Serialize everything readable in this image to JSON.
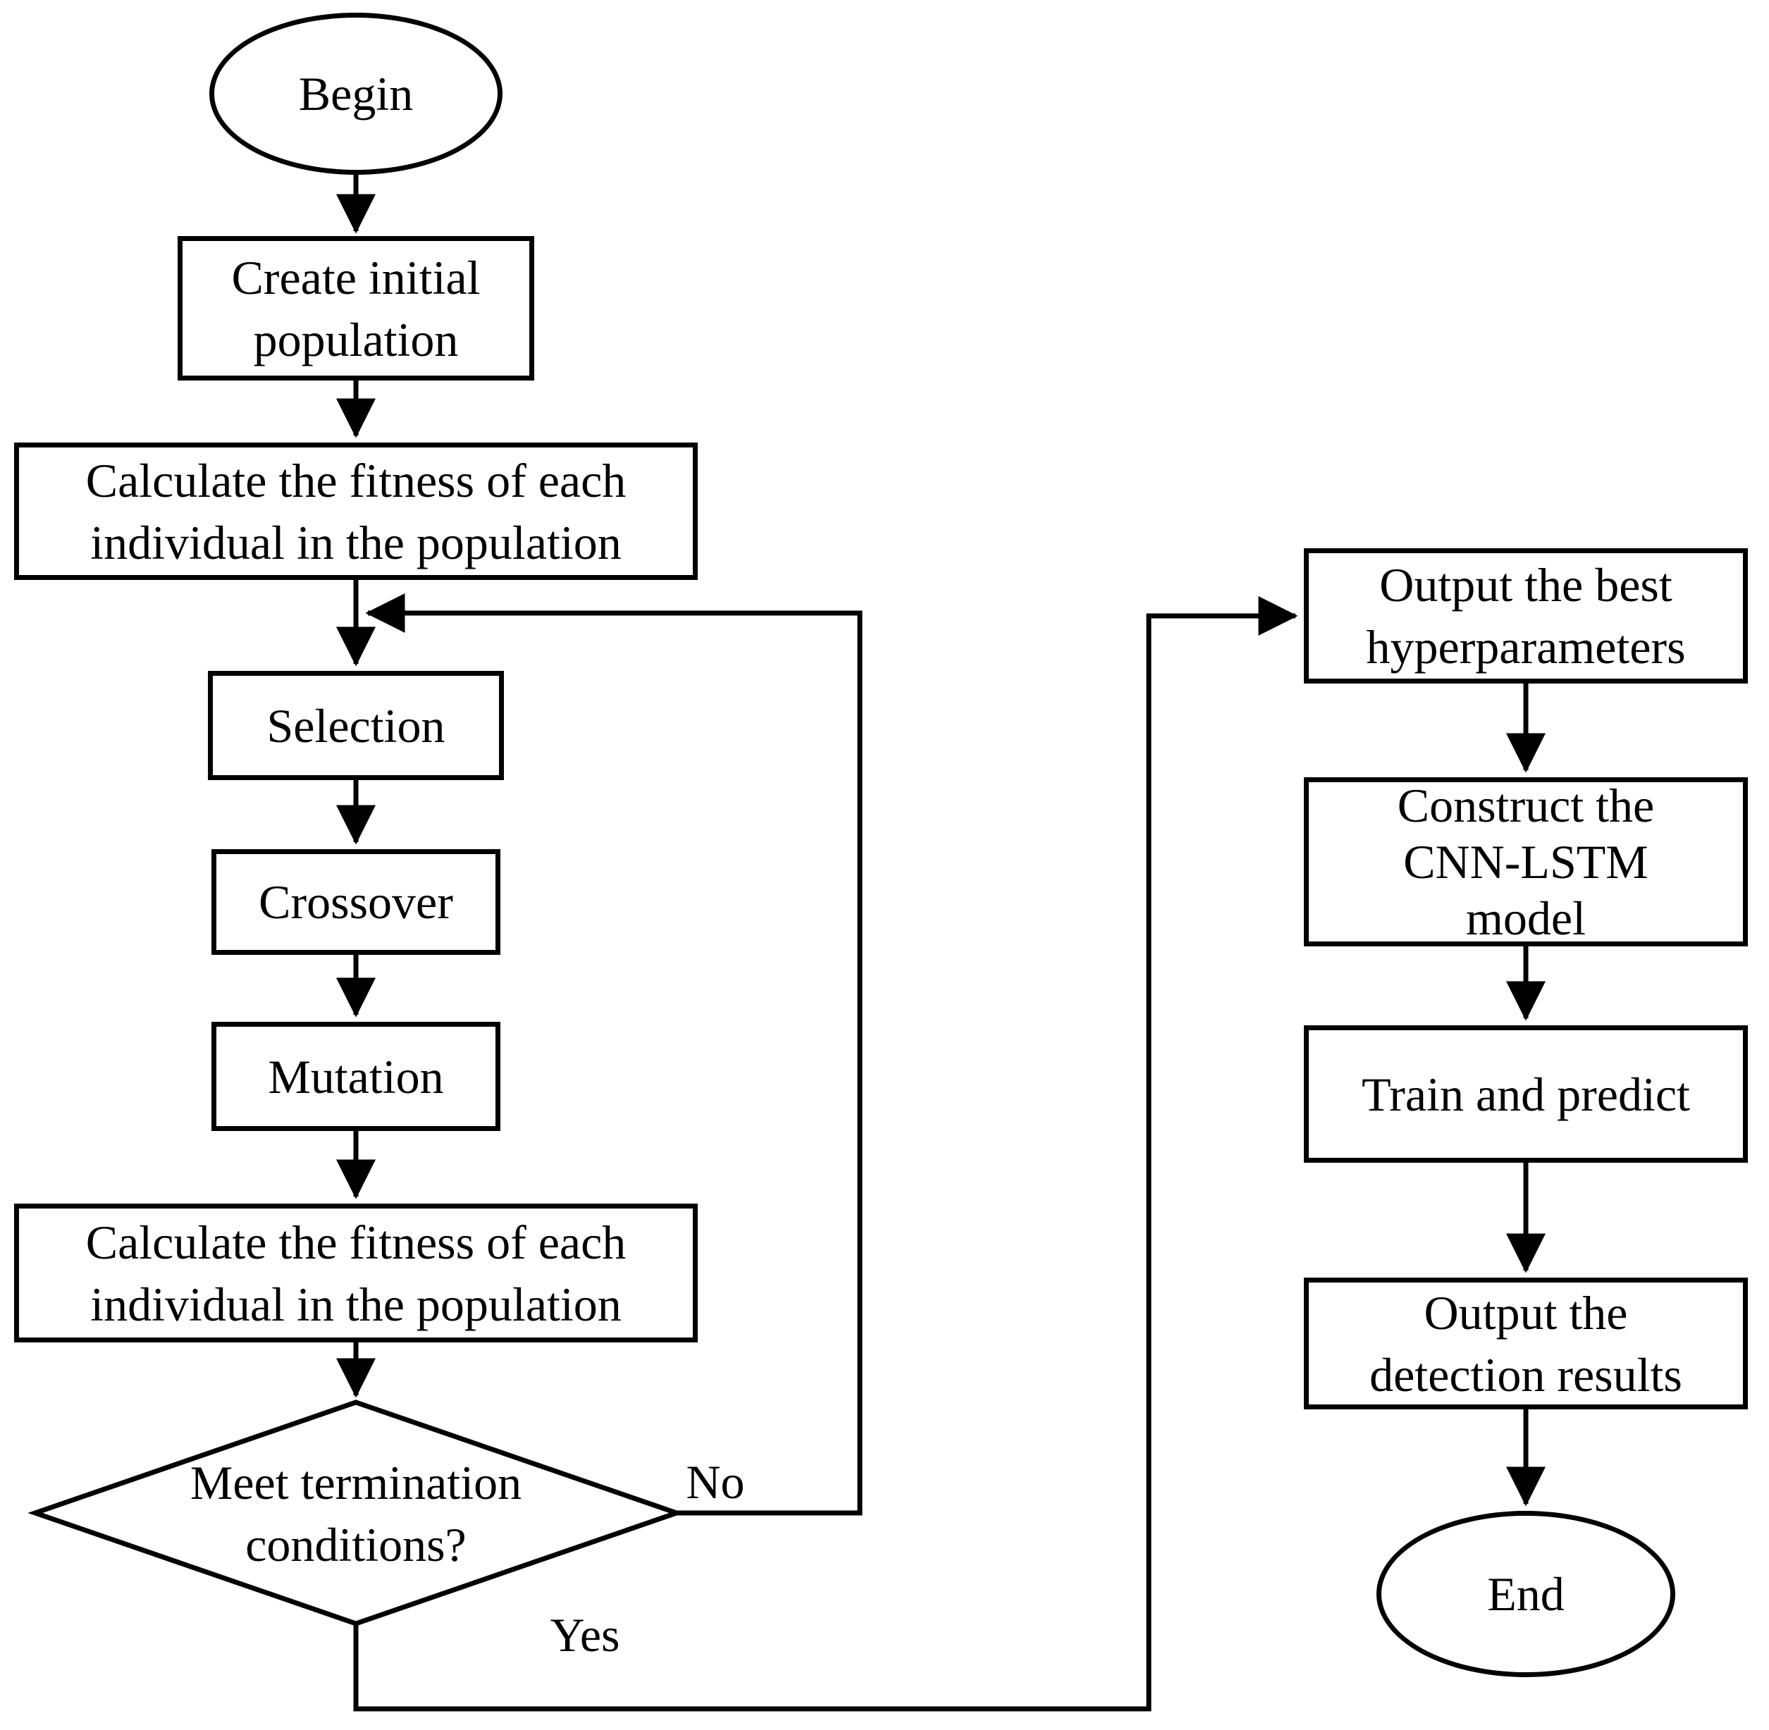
{
  "flowchart": {
    "colors": {
      "stroke": "#000000",
      "background": "#ffffff"
    },
    "nodes": {
      "begin": {
        "label": "Begin"
      },
      "create_population": {
        "label": "Create initial\npopulation"
      },
      "calc_fitness_1": {
        "label": "Calculate the fitness of each\nindividual in the population"
      },
      "selection": {
        "label": "Selection"
      },
      "crossover": {
        "label": "Crossover"
      },
      "mutation": {
        "label": "Mutation"
      },
      "calc_fitness_2": {
        "label": "Calculate the fitness of each\nindividual in the population"
      },
      "termination_decision": {
        "label": "Meet termination\nconditions?"
      },
      "output_hyperparameters": {
        "label": "Output the best\nhyperparameters"
      },
      "construct_model": {
        "label": "Construct the\nCNN-LSTM\nmodel"
      },
      "train_predict": {
        "label": "Train and predict"
      },
      "output_results": {
        "label": "Output the\ndetection results"
      },
      "end": {
        "label": "End"
      }
    },
    "edge_labels": {
      "no": "No",
      "yes": "Yes"
    }
  }
}
